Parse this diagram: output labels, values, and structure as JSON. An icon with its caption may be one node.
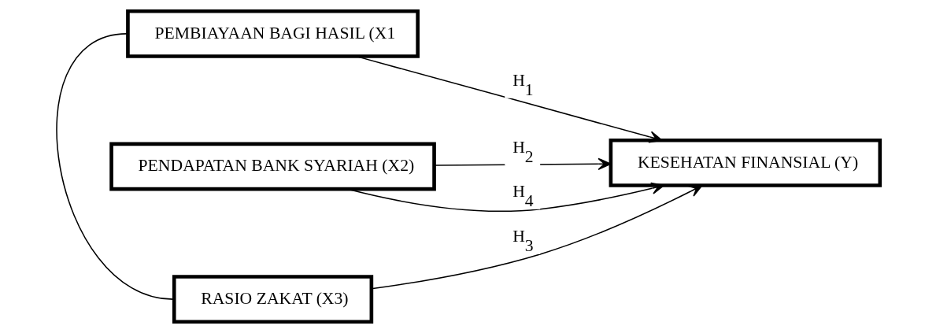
{
  "diagram": {
    "nodes": [
      {
        "text": [
          "PEMBIAYAAN BAGI HASIL (X1"
        ]
      },
      {
        "text": [
          "PENDAPATAN BANK SYARIAH (X2)"
        ]
      },
      {
        "text": [
          "RASIO ZAKAT (X3)"
        ]
      },
      {
        "text": [
          "KESEHATAN FINANSIAL (Y)"
        ]
      }
    ],
    "edges": [
      {
        "from": 0,
        "to": 3,
        "arrow": "to",
        "label": "H$_{1}$"
      },
      {
        "from": 1,
        "to": 3,
        "arrow": "to",
        "label": "H$_{2}$"
      },
      {
        "from": 2,
        "to": 3,
        "arrow": "to",
        "label": "H$_{3}$"
      },
      {
        "from": 0,
        "to": 2,
        "arrow": "none"
      },
      {
        "from": 1,
        "to": 3,
        "arrow": "to",
        "label": "H$_{4}$"
      }
    ]
  }
}
